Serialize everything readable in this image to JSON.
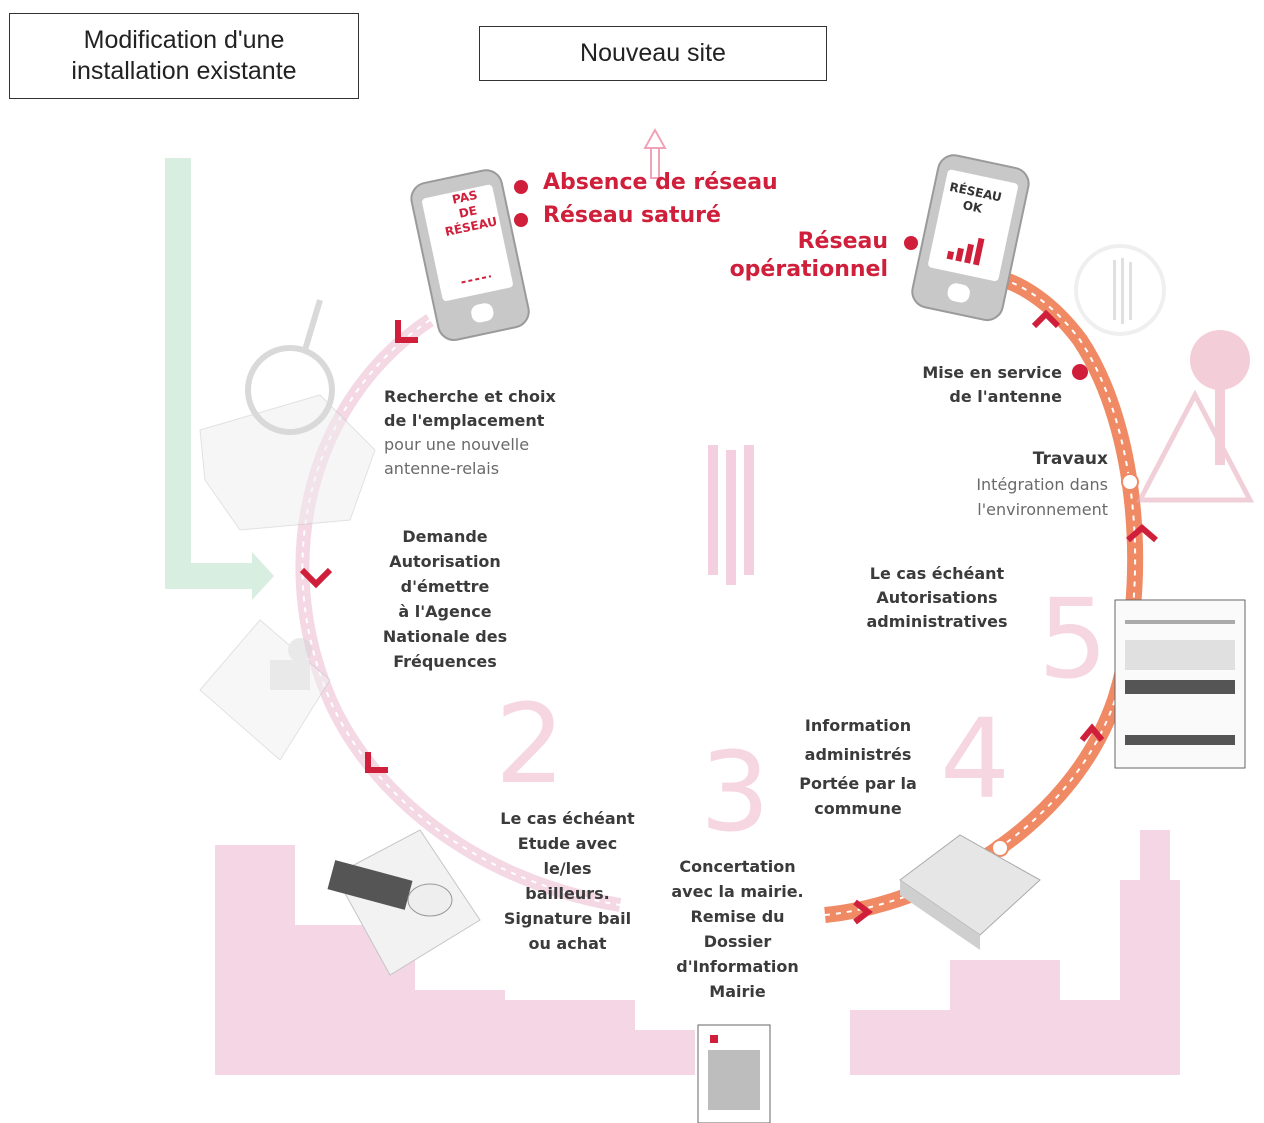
{
  "boxes": {
    "modification": "Modification d'une installation existante",
    "new_site": "Nouveau site"
  },
  "phone_left": {
    "line1": "PAS",
    "line2": "DE",
    "line3": "RÉSEAU"
  },
  "phone_right": {
    "line1": "RÉSEAU",
    "line2": "OK"
  },
  "status": {
    "no_network": "Absence de réseau",
    "saturated": "Réseau saturé",
    "operational_1": "Réseau",
    "operational_2": "opérationnel"
  },
  "steps": {
    "search": {
      "title_1": "Recherche et choix",
      "title_2": "de l'emplacement",
      "sub_1": "pour une nouvelle",
      "sub_2": "antenne-relais"
    },
    "anfr": [
      "Demande",
      "Autorisation",
      "d'émettre",
      "à l'Agence",
      "Nationale des",
      "Fréquences"
    ],
    "bailleurs": [
      "Le cas échéant",
      "Etude avec",
      "le/les",
      "bailleurs.",
      "Signature bail",
      "ou achat"
    ],
    "concertation": [
      "Concertation",
      "avec la mairie.",
      "Remise du",
      "Dossier",
      "d'Information",
      "Mairie"
    ],
    "information": [
      "Information",
      "administrés",
      "Portée par la",
      "commune"
    ],
    "autorisations": [
      "Le cas échéant",
      "Autorisations",
      "administratives"
    ],
    "travaux": {
      "title": "Travaux",
      "sub_1": "Intégration dans",
      "sub_2": "l'environnement"
    },
    "mise_en_service": [
      "Mise en service",
      "de l'antenne"
    ]
  },
  "numbers": [
    "2",
    "3",
    "4",
    "5"
  ],
  "colors": {
    "red": "#cf1f3b",
    "orange": "#ef7f55",
    "pink": "#f1c6d8",
    "green": "#cfeadb"
  }
}
